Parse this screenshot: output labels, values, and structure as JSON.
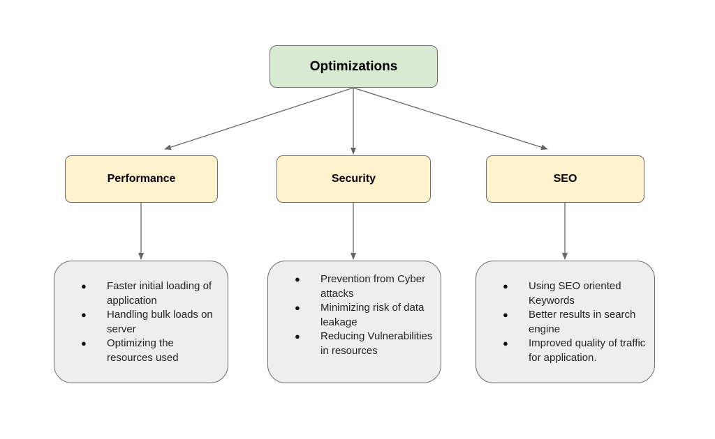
{
  "colors": {
    "root_fill": "#d9ead3",
    "category_fill": "#fff2cc",
    "detail_fill": "#eeeeee",
    "border": "#6b6b6b",
    "arrow": "#666666"
  },
  "root": {
    "label": "Optimizations"
  },
  "categories": [
    {
      "label": "Performance",
      "items": [
        "Faster initial loading of application",
        "Handling bulk loads on server",
        "Optimizing the resources used"
      ]
    },
    {
      "label": "Security",
      "items": [
        "Prevention from Cyber attacks",
        "Minimizing risk of data leakage",
        "Reducing Vulnerabilities in resources"
      ]
    },
    {
      "label": "SEO",
      "items": [
        "Using SEO oriented Keywords",
        "Better results in search engine",
        "Improved quality of traffic for application."
      ]
    }
  ]
}
